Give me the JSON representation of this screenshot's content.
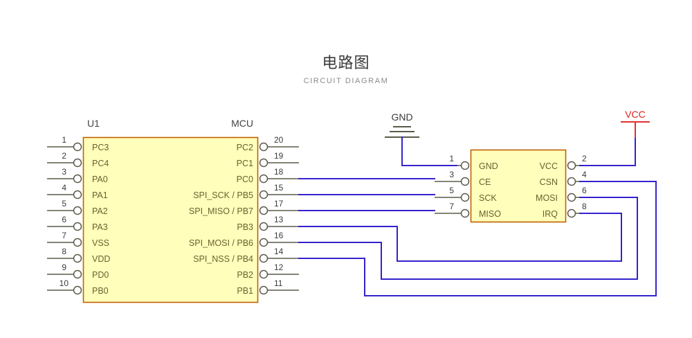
{
  "header": {
    "title_cn": "电路图",
    "title_en": "CIRCUIT DIAGRAM"
  },
  "colors": {
    "chip_fill": "#ffffbb",
    "chip_border": "#c06000",
    "net_wire": "#3322cc",
    "pin_wire": "#5a5a4a",
    "vcc_red": "#e02020",
    "pin_label": "#6b6030"
  },
  "mcu": {
    "ref": "U1",
    "name": "MCU",
    "left_pins": [
      {
        "num": "1",
        "label": "PC3"
      },
      {
        "num": "2",
        "label": "PC4"
      },
      {
        "num": "3",
        "label": "PA0"
      },
      {
        "num": "4",
        "label": "PA1"
      },
      {
        "num": "5",
        "label": "PA2"
      },
      {
        "num": "6",
        "label": "PA3"
      },
      {
        "num": "7",
        "label": "VSS"
      },
      {
        "num": "8",
        "label": "VDD"
      },
      {
        "num": "9",
        "label": "PD0"
      },
      {
        "num": "10",
        "label": "PB0"
      }
    ],
    "right_pins": [
      {
        "num": "20",
        "label": "PC2"
      },
      {
        "num": "19",
        "label": "PC1"
      },
      {
        "num": "18",
        "label": "PC0"
      },
      {
        "num": "15",
        "label": "SPI_SCK / PB5"
      },
      {
        "num": "17",
        "label": "SPI_MISO / PB7"
      },
      {
        "num": "13",
        "label": "PB3"
      },
      {
        "num": "16",
        "label": "SPI_MOSI / PB6"
      },
      {
        "num": "14",
        "label": "SPI_NSS / PB4"
      },
      {
        "num": "12",
        "label": "PB2"
      },
      {
        "num": "11",
        "label": "PB1"
      }
    ]
  },
  "rf_module": {
    "left_pins": [
      {
        "num": "1",
        "label": "GND"
      },
      {
        "num": "3",
        "label": "CE"
      },
      {
        "num": "5",
        "label": "SCK"
      },
      {
        "num": "7",
        "label": "MISO"
      }
    ],
    "right_pins": [
      {
        "num": "2",
        "label": "VCC"
      },
      {
        "num": "4",
        "label": "CSN"
      },
      {
        "num": "6",
        "label": "MOSI"
      },
      {
        "num": "8",
        "label": "IRQ"
      }
    ]
  },
  "power_symbols": {
    "gnd": "GND",
    "vcc": "VCC"
  }
}
